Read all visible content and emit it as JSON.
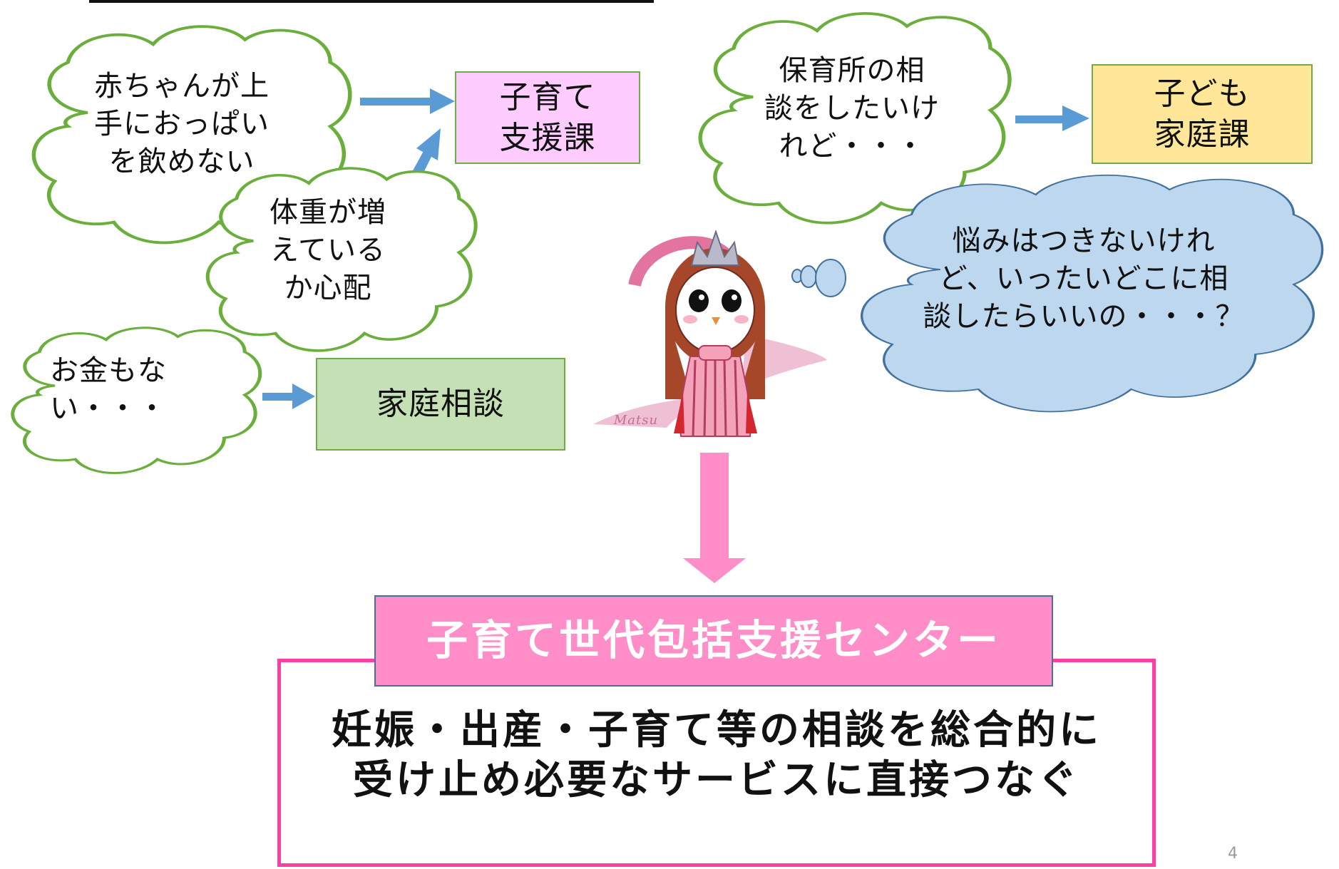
{
  "bubbles": {
    "baby_feeding": "赤ちゃんが上\n手におっぱい\nを飲めない",
    "weight_gain": "体重が増\nえている\nか心配",
    "no_money": "お金もな\nい・・・",
    "nursery": "保育所の相\n談をしたいけ\nれど・・・",
    "worry": "悩みはつきないけれ\nど、いったいどこに相\n談したらいいの・・・？"
  },
  "departments": {
    "childcare_support": "子育て\n支援課",
    "family_consultation": "家庭相談",
    "children_family": "子ども\n家庭課"
  },
  "center": {
    "title": "子育て世代包括支援センター",
    "description": "妊娠・出産・子育て等の相談を総合的に\n受け止め必要なサービスに直接つなぐ"
  },
  "mascot": {
    "signature": "Matsu"
  },
  "page_number": "4",
  "colors": {
    "cloud_outline": "#6aae3c",
    "arrow_blue": "#5b9bd5",
    "arrow_pink": "#ff8ec8",
    "childcare_support_fill": "#ffccff",
    "family_consultation_fill": "#c5e0b4",
    "children_family_fill": "#ffe699",
    "worry_cloud_fill": "#bdd7ee",
    "center_title_fill": "#ff8ec8",
    "center_frame": "#ff3ea5"
  }
}
